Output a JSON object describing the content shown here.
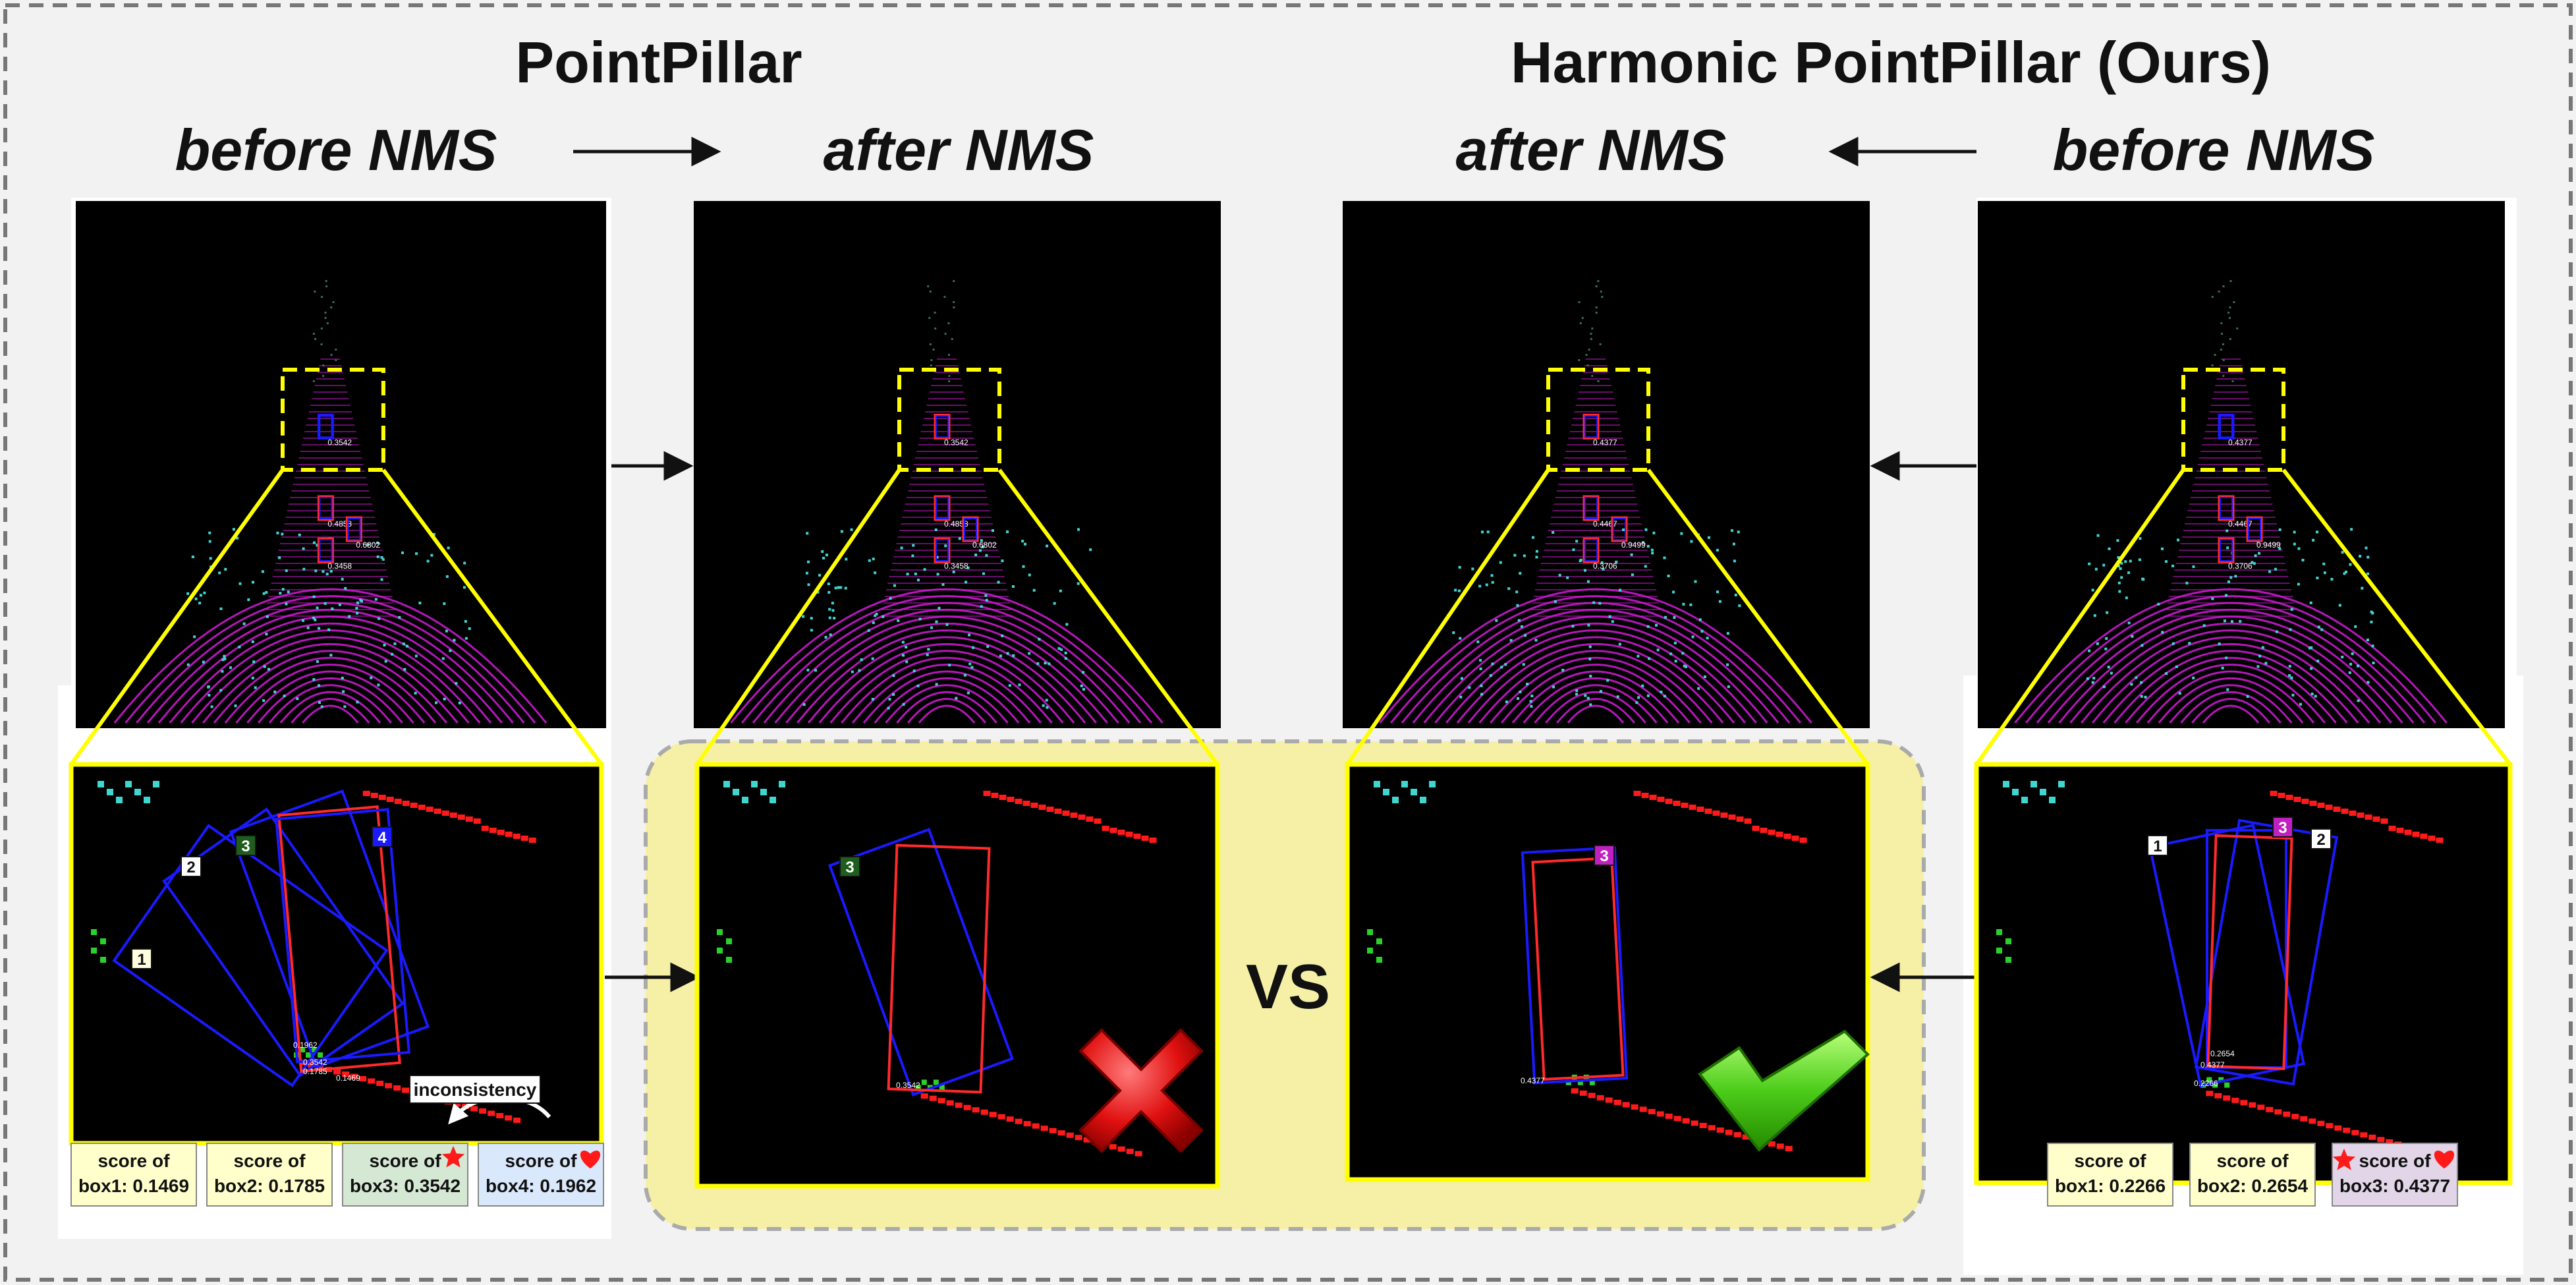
{
  "left_panel": {
    "title": "PointPillar",
    "before_label": "before NMS",
    "after_label": "after NMS",
    "overview_scores": [
      "0.3542",
      "0.4858",
      "0.6802",
      "0.3458"
    ],
    "zoom_ids": [
      "1",
      "2",
      "3",
      "4"
    ],
    "zoom_scores": [
      "0.1962",
      "0.3542",
      "0.1785",
      "0.1469"
    ],
    "inconsistency_label": "inconsistency",
    "score_cards": [
      {
        "line1": "score of",
        "line2": "box1: 0.1469",
        "bg": "#ffffcc",
        "mark": ""
      },
      {
        "line1": "score of",
        "line2": "box2: 0.1785",
        "bg": "#ffffcc",
        "mark": ""
      },
      {
        "line1": "score of",
        "line2": "box3: 0.3542",
        "bg": "#d5e8d4",
        "mark": "star"
      },
      {
        "line1": "score of",
        "line2": "box4: 0.1962",
        "bg": "#dae8fc",
        "mark": "heart"
      }
    ],
    "after_zoom_id": "3",
    "after_zoom_score": "0.3542"
  },
  "right_panel": {
    "title": "Harmonic PointPillar (Ours)",
    "after_label": "after NMS",
    "before_label": "before NMS",
    "overview_scores_after": [
      "0.4377",
      "0.4467",
      "0.9499",
      "0.3706"
    ],
    "overview_scores_before": [
      "0.4377",
      "0.4467",
      "0.9499",
      "0.3706"
    ],
    "after_zoom_id": "3",
    "after_zoom_score": "0.4377",
    "zoom_ids": [
      "1",
      "3",
      "2"
    ],
    "zoom_scores": [
      "0.2654",
      "0.4377",
      "0.2266"
    ],
    "score_cards": [
      {
        "line1": "score of",
        "line2": "box1: 0.2266",
        "bg": "#ffffcc",
        "mark": ""
      },
      {
        "line1": "score of",
        "line2": "box2: 0.2654",
        "bg": "#ffffcc",
        "mark": ""
      },
      {
        "line1": "score of",
        "line2": "box3: 0.4377",
        "bg": "#e1d5e7",
        "mark": "star-heart"
      }
    ]
  },
  "vs_label": "VS",
  "colors": {
    "blue_box": "#1a1aff",
    "red_box": "#ff2a2a",
    "yellow": "#ffff00",
    "highlight": "#f5f0a6",
    "magenta_lidar": "#d31bd8",
    "cyan_lidar": "#3fd6d0",
    "green_points": "#2bd12b",
    "red_points": "#ff1a1a"
  }
}
